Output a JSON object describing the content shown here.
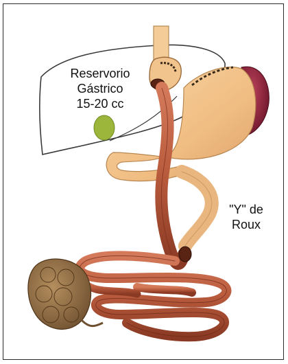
{
  "labels": {
    "reservoir": {
      "line1": "Reservorio",
      "line2": "Gástrico",
      "line3": "15-20 cc"
    },
    "roux": {
      "line1": "\"Y\" de",
      "line2": "Roux"
    }
  },
  "colors": {
    "liver_outline": "#3a3a3a",
    "stomach": "#f2c48d",
    "intestine": "#c0603f",
    "intestine_dark": "#7a2e1d",
    "spleen": "#8a1f36",
    "gallbladder": "#9bb63a",
    "pancreas": "#8c6a3e"
  }
}
